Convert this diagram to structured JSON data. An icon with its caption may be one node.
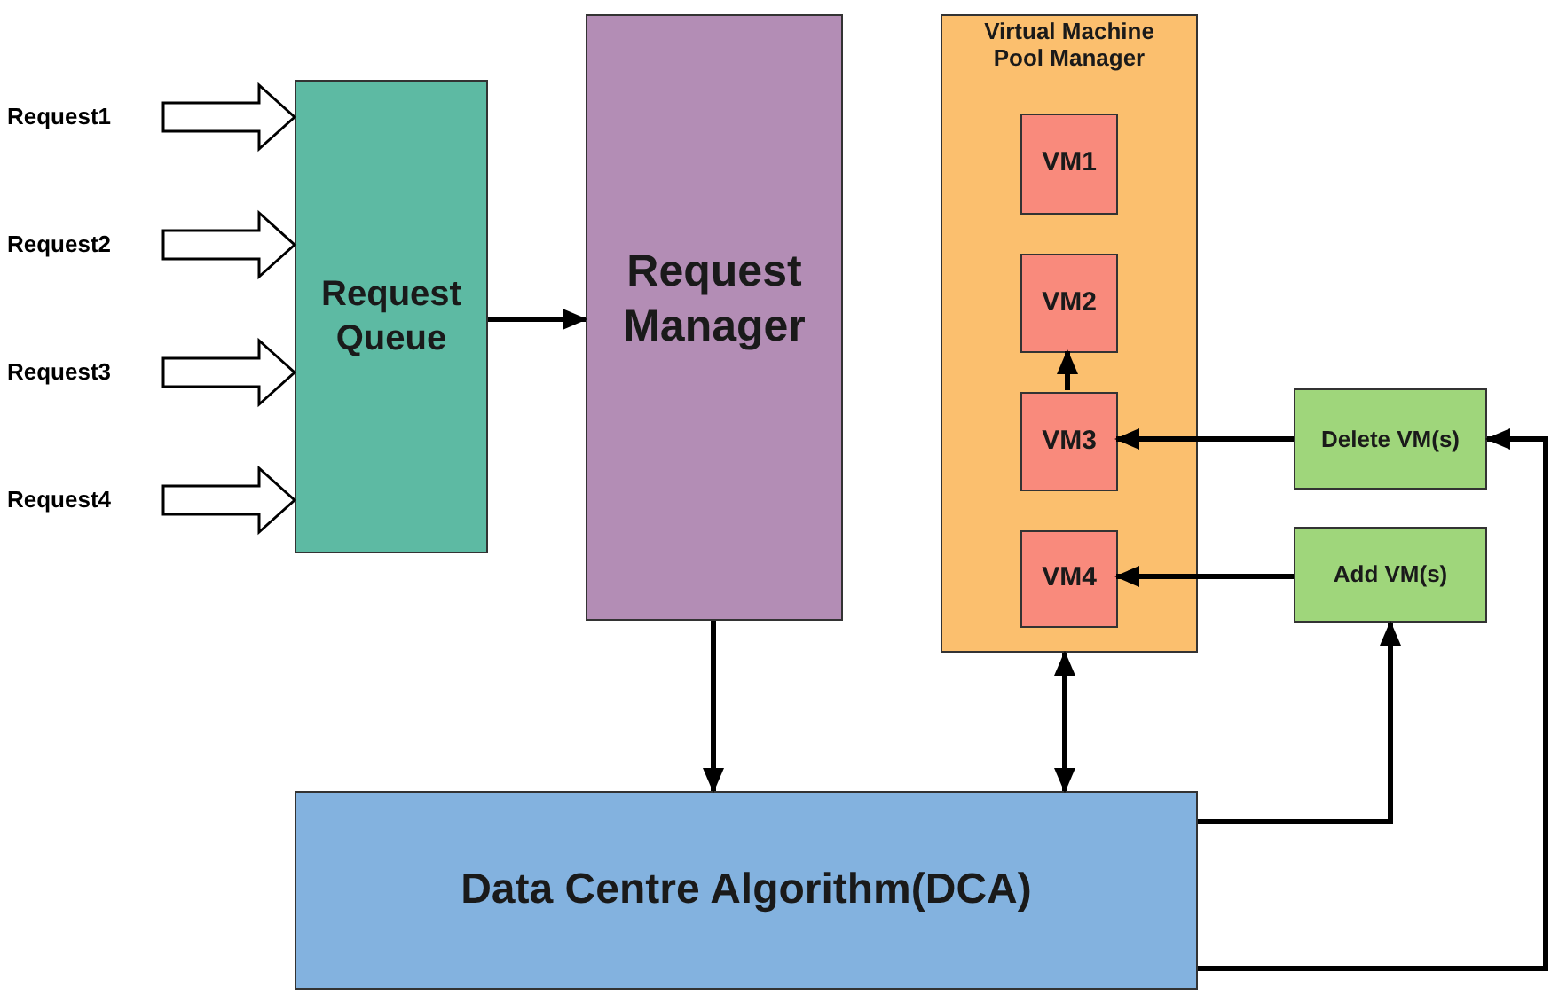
{
  "diagram": {
    "nodes": [
      {
        "text": [
          "Request1"
        ]
      },
      {
        "text": [
          "Request2"
        ]
      },
      {
        "text": [
          "Request3"
        ]
      },
      {
        "text": [
          "Request4"
        ]
      },
      {
        "text": [
          "Request Queue"
        ]
      },
      {
        "text": [
          "Request Manager"
        ]
      },
      {
        "text": [
          "Virtual Machine Pool Manager"
        ]
      },
      {
        "text": [
          "VM1"
        ],
        "in": 6
      },
      {
        "text": [
          "VM2"
        ],
        "in": 6
      },
      {
        "text": [
          "VM3"
        ],
        "in": 6
      },
      {
        "text": [
          "VM4"
        ],
        "in": 6
      },
      {
        "text": [
          "Delete VM(s)"
        ]
      },
      {
        "text": [
          "Add VM(s)"
        ]
      },
      {
        "text": [
          "Data Centre Algorithm(DCA)"
        ]
      }
    ],
    "edges": [
      {
        "from": 0,
        "to": 4,
        "arrow": "to",
        "style": "thick"
      },
      {
        "from": 1,
        "to": 4,
        "arrow": "to",
        "style": "thick"
      },
      {
        "from": 2,
        "to": 4,
        "arrow": "to",
        "style": "thick"
      },
      {
        "from": 3,
        "to": 4,
        "arrow": "to",
        "style": "thick"
      },
      {
        "from": 4,
        "to": 5,
        "arrow": "to"
      },
      {
        "from": 5,
        "to": 13,
        "arrow": "to"
      },
      {
        "from": 13,
        "to": 6,
        "arrow": "both"
      },
      {
        "from": 9,
        "to": 8,
        "arrow": "to"
      },
      {
        "from": 11,
        "to": 9,
        "arrow": "to"
      },
      {
        "from": 12,
        "to": 10,
        "arrow": "to"
      },
      {
        "from": 13,
        "to": 12,
        "arrow": "to"
      },
      {
        "from": 13,
        "to": 11,
        "arrow": "to"
      }
    ]
  }
}
